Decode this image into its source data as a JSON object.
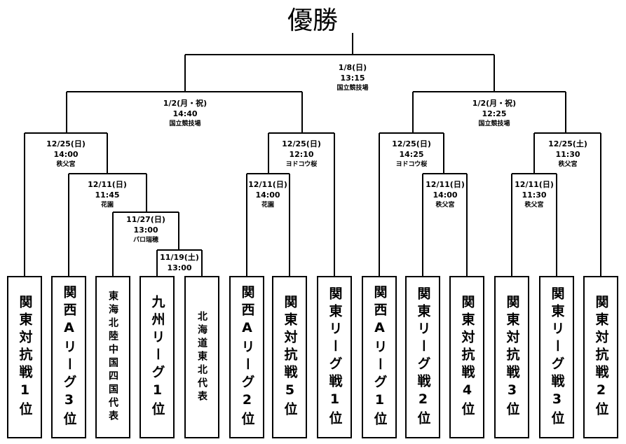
{
  "title": "優勝",
  "final": {
    "date": "1/8(日)",
    "time": "13:15",
    "venue": "国立競技場"
  },
  "semifinals": [
    {
      "date": "1/2(月・祝)",
      "time": "14:40",
      "venue": "国立競技場"
    },
    {
      "date": "1/2(月・祝)",
      "time": "12:25",
      "venue": "国立競技場"
    }
  ],
  "quarterfinals": [
    {
      "date": "12/25(日)",
      "time": "14:00",
      "venue": "秩父宮"
    },
    {
      "date": "12/25(日)",
      "time": "12:10",
      "venue": "ヨドコウ桜"
    },
    {
      "date": "12/25(日)",
      "time": "14:25",
      "venue": "ヨドコウ桜"
    },
    {
      "date": "12/25(土)",
      "time": "11:30",
      "venue": "秩父宮"
    }
  ],
  "round16": [
    {
      "date": "12/11(日)",
      "time": "11:45",
      "venue": "花園"
    },
    {
      "date": "12/11(日)",
      "time": "14:00",
      "venue": "花園"
    },
    {
      "date": "12/11(日)",
      "time": "14:00",
      "venue": "秩父宮"
    },
    {
      "date": "12/11(日)",
      "time": "11:30",
      "venue": "秩父宮"
    }
  ],
  "round2": {
    "date": "11/27(日)",
    "time": "13:00",
    "venue": "パロ瑞穂"
  },
  "round1": {
    "date": "11/19(土)",
    "time": "13:00"
  },
  "teams": [
    "関東対抗戦1位",
    "関西Aリーグ3位",
    "東海北陸中国四国代表",
    "九州リーグ1位",
    "北海道東北代表",
    "関西Aリーグ2位",
    "関東対抗戦5位",
    "関東リーグ戦1位",
    "関西Aリーグ1位",
    "関東リーグ戦2位",
    "関東対抗戦4位",
    "関東対抗戦3位",
    "関東リーグ戦3位",
    "関東対抗戦2位"
  ]
}
